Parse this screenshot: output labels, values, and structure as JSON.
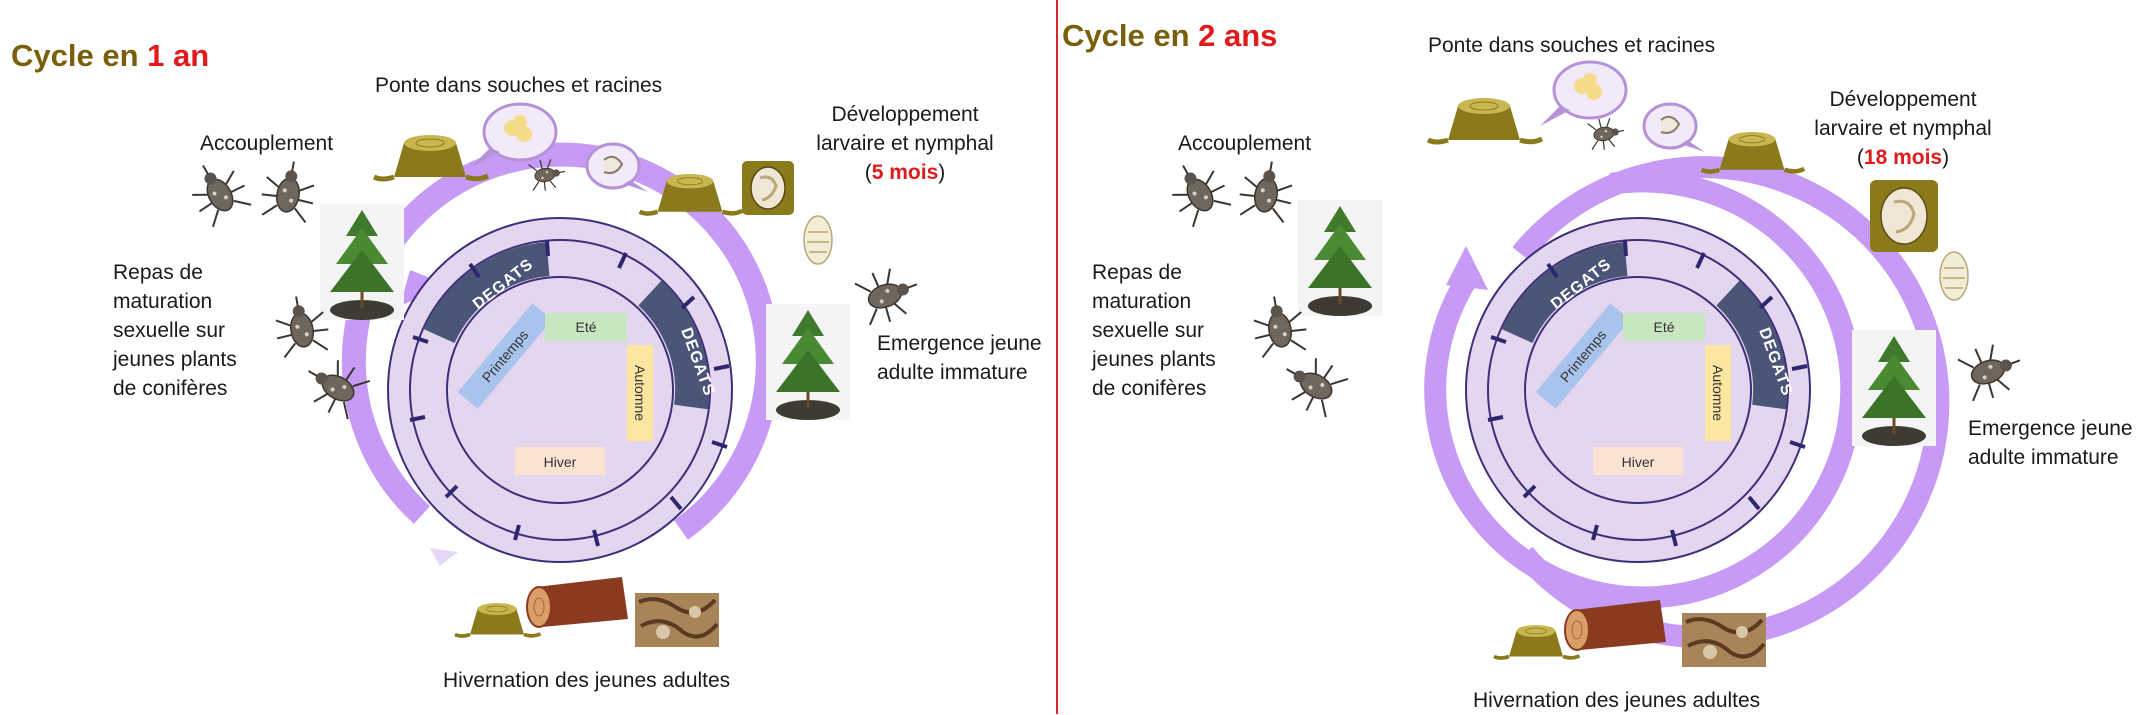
{
  "left": {
    "title_prefix": "Cycle en ",
    "title_highlight": "1 an",
    "accouplement": "Accouplement",
    "ponte": "Ponte dans souches et racines",
    "dev_line1": "Développement",
    "dev_line2": "larvaire et nymphal",
    "dev_open": "(",
    "dev_duration": "5 mois",
    "dev_close": ")",
    "repas_line1": "Repas de",
    "repas_line2": "maturation",
    "repas_line3": "sexuelle sur",
    "repas_line4": "jeunes plants",
    "repas_line5": "de conifères",
    "emergence_line1": "Emergence jeune",
    "emergence_line2": "adulte immature",
    "hivernation": "Hivernation des jeunes adultes",
    "seasons": {
      "spring": "Printemps",
      "summer": "Eté",
      "autumn": "Automne",
      "winter": "Hiver"
    },
    "degats": "DEGATS"
  },
  "right": {
    "title_prefix": "Cycle en ",
    "title_highlight": "2 ans",
    "accouplement": "Accouplement",
    "ponte": "Ponte dans souches et racines",
    "dev_line1": "Développement",
    "dev_line2": "larvaire et nymphal",
    "dev_open": "(",
    "dev_duration": "18 mois",
    "dev_close": ")",
    "repas_line1": "Repas de",
    "repas_line2": "maturation",
    "repas_line3": "sexuelle sur",
    "repas_line4": "jeunes plants",
    "repas_line5": "de conifères",
    "emergence_line1": "Emergence jeune",
    "emergence_line2": "adulte immature",
    "hivernation": "Hivernation des jeunes adultes",
    "seasons": {
      "spring": "Printemps",
      "summer": "Eté",
      "autumn": "Automne",
      "winter": "Hiver"
    },
    "degats": "DEGATS"
  },
  "colors": {
    "title_brown": "#7a5f0a",
    "highlight_red": "#e01b1b",
    "cycle_arrow": "#c79af5",
    "inner_disc": "#e4d6ef",
    "degats_band": "#4a5578",
    "ring_line": "#3d2f7a",
    "spring": "#a9c4ec",
    "summer": "#c8e6c0",
    "autumn": "#fde6a0",
    "winter": "#fbe3d3"
  },
  "icons": [
    "weevil-icon",
    "stump-icon",
    "egg-bubble-icon",
    "larva-bubble-icon",
    "cocoon-icon",
    "pupa-icon",
    "pine-seedling-icon",
    "log-icon",
    "bark-icon"
  ]
}
